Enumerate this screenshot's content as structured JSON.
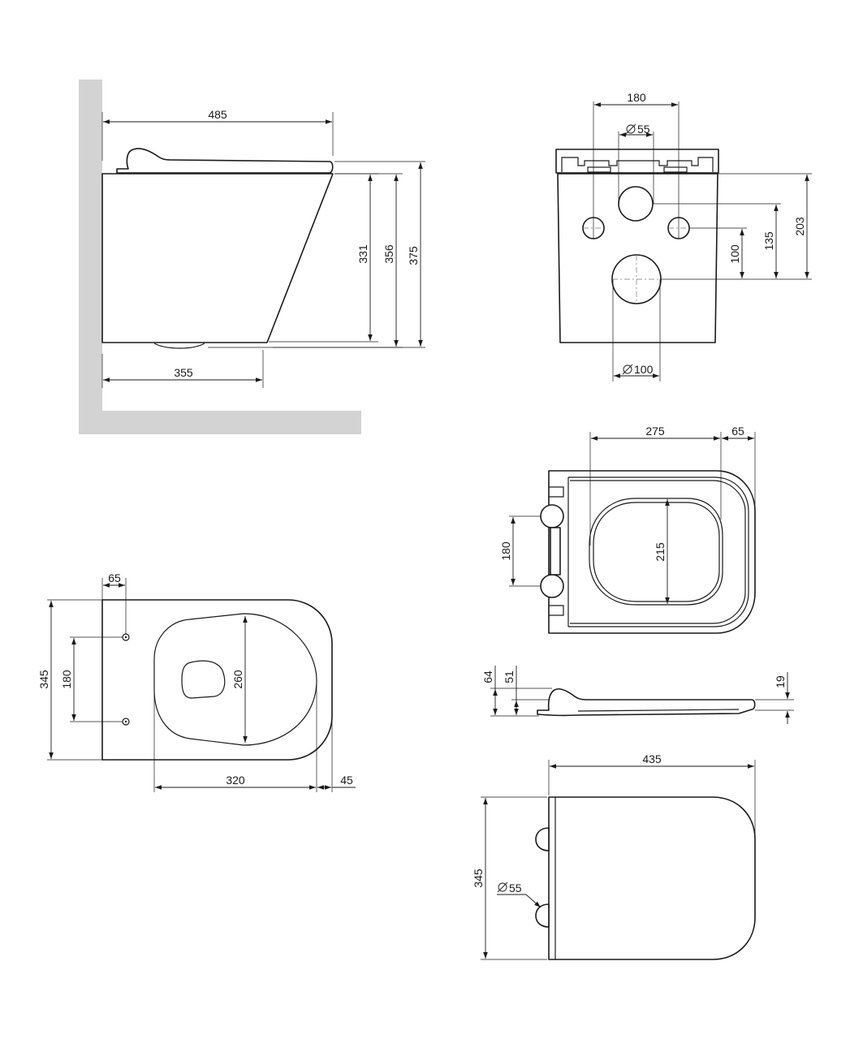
{
  "colors": {
    "line": "#1a1a1a",
    "wall": "#d3d3d3",
    "background": "#ffffff"
  },
  "side_view": {
    "width_total": "485",
    "depth": "355",
    "h_bowl": "331",
    "h_with_seat": "356",
    "h_total": "375"
  },
  "rear_view": {
    "bolt_spacing": "180",
    "inlet_diameter": "55",
    "outlet_diameter": "100",
    "outlet_height": "100",
    "inlet_height": "135",
    "total_height": "203"
  },
  "bottom_view": {
    "bolt_offset": "65",
    "width": "345",
    "bolt_spacing": "180",
    "bowl_length": "260",
    "length": "320",
    "overhang": "45"
  },
  "seat_top_view": {
    "length": "275",
    "rear_offset": "65",
    "hinge_spacing": "180",
    "opening_width": "215"
  },
  "seat_profile": {
    "h_total": "64",
    "h_lid": "51",
    "thickness": "19"
  },
  "lid_top_view": {
    "length": "435",
    "width": "345",
    "hinge_diameter": "55"
  }
}
